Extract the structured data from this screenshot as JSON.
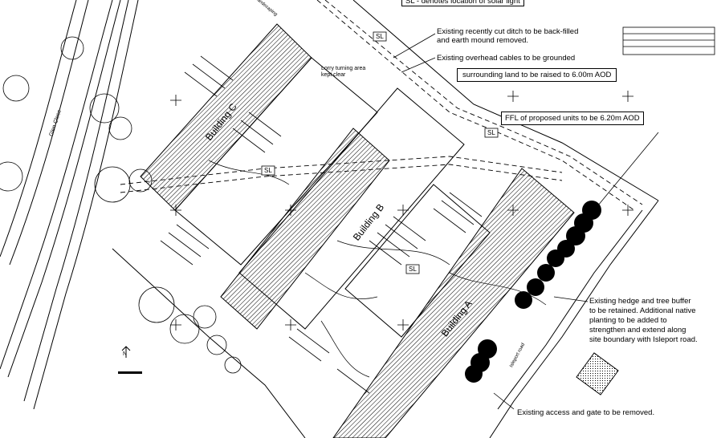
{
  "legend_top": "SL - denotes location of solar light",
  "notes": {
    "ditch": [
      "Existing recently cut ditch to be back-filled",
      "and earth mound removed."
    ],
    "cables": "Existing overhead cables to be grounded",
    "surrounding_land": "surrounding land to be raised to 6.00m AOD",
    "ffl": "FFL of proposed units to be 6.20m AOD",
    "hedge": [
      "Existing hedge and tree buffer",
      "to be retained. Additional native",
      "planting to be added to",
      "strengthen and extend along",
      "site boundary with Isleport road."
    ],
    "access": "Existing access and gate to be removed."
  },
  "buildings": {
    "a": "Building A",
    "b": "Building B",
    "c": "Building C"
  },
  "labels": {
    "lorry": [
      "Lorry turning area",
      "kept clear"
    ],
    "landscaping": "landscaping",
    "sl": "SL",
    "glen_close": "Glen Close",
    "north": "N",
    "isleport": "Isleport road"
  }
}
